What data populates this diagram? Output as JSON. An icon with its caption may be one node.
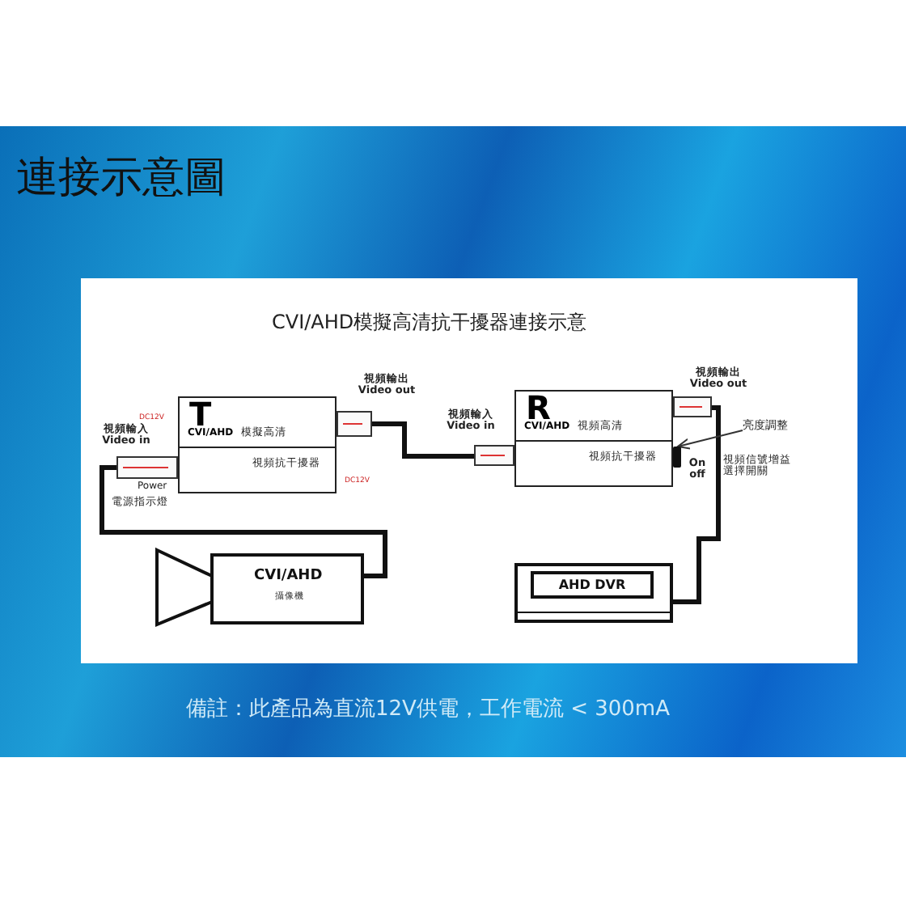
{
  "diagram": {
    "title": "連接示意圖",
    "caption": "備註：此產品為直流12V供電，工作電流 < 300mA",
    "nodes": [
      {
        "text": [
          "T",
          "CVI/AHD",
          "模擬高清",
          "視頻抗干擾器"
        ]
      },
      {
        "text": [],
        "shape": "box",
        "beside": [
          "視頻輸入 Video in"
        ]
      },
      {
        "text": [],
        "shape": "box",
        "beside": [
          "視頻輸出 Video out"
        ]
      },
      {
        "text": [
          "R",
          "CVI/AHD",
          "視頻高清",
          "視頻抗干擾器"
        ]
      },
      {
        "text": [],
        "shape": "box",
        "beside": [
          "視頻輸入 Video in"
        ]
      },
      {
        "text": [],
        "shape": "box",
        "beside": [
          "視頻輸出 Video out"
        ]
      },
      {
        "text": [
          "亮度調整"
        ]
      },
      {
        "text": [],
        "shape": "box"
      },
      {
        "text": [
          "CVI/AHD",
          "攝像機"
        ]
      },
      {
        "text": [
          "AHD DVR"
        ]
      }
    ],
    "edges": [
      {
        "from": 8,
        "to": 1,
        "arrow": "none"
      },
      {
        "from": 2,
        "to": 4,
        "arrow": "none"
      },
      {
        "from": 5,
        "to": 9,
        "arrow": "none"
      },
      {
        "from": 6,
        "to": 7,
        "arrow": "to"
      }
    ],
    "labels": [
      "CVI/AHD模擬高清抗干擾器連接示意",
      "DC12V",
      "DC12V",
      "Power",
      "電源指示燈",
      "On off",
      "視頻信號增益選擇開關"
    ]
  }
}
